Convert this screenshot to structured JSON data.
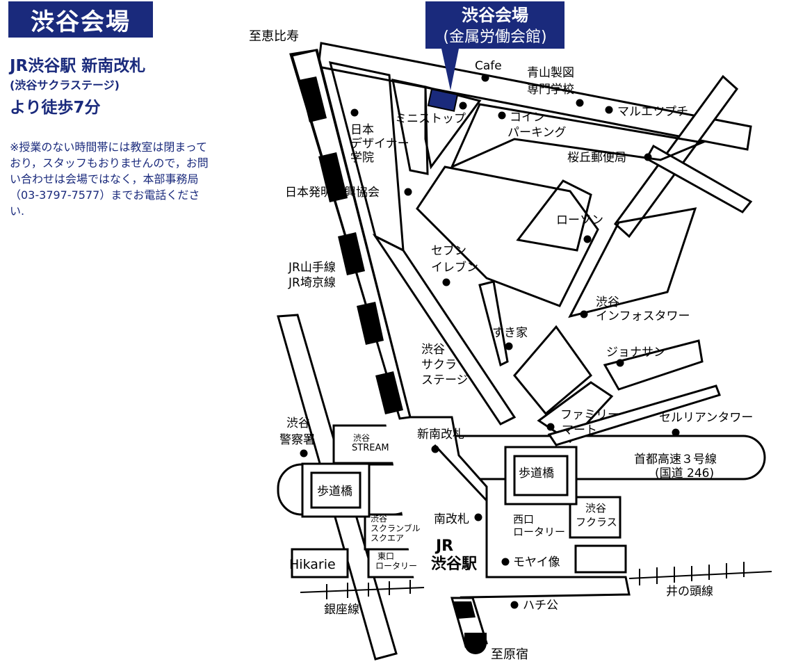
{
  "colors": {
    "brand": "#1a2a7c",
    "road_stroke": "#000000",
    "road_fill": "#ffffff",
    "venue_fill": "#1a2a7c"
  },
  "header": {
    "title": "渋谷会場"
  },
  "access": {
    "line1": "JR渋谷駅 新南改札",
    "line2": "(渋谷サクラステージ)",
    "line3": "より徒歩7分"
  },
  "notice": "※授業のない時間帯には教室は閉まっており，スタッフもおりませんので，お問い合わせは会場ではなく，本部事務局（03-3797-7577）までお電話ください.",
  "map": {
    "venue_label": {
      "line1": "渋谷会場",
      "line2": "(金属労働会館)"
    },
    "labels": {
      "ebisu": "至恵比寿",
      "harajuku": "至原宿",
      "cafe": "Cafe",
      "aoyama1": "青山製図",
      "aoyama2": "専門学校",
      "marui": "マルエツプチ",
      "ministop": "ミニストップ",
      "coin1": "コイン",
      "coin2": "パーキング",
      "nd1": "日本",
      "nd2": "デザイナー",
      "nd3": "学院",
      "post": "桜丘郵便局",
      "jiii": "日本発明振興協会",
      "lawson": "ローソン",
      "seven1": "セブン",
      "seven2": "イレブン",
      "yamanote1": "JR山手線",
      "yamanote2": "JR埼京線",
      "infos1": "渋谷",
      "infos2": "インフォスタワー",
      "sukiya": "すき家",
      "sakura1": "渋谷",
      "sakura2": "サクラ",
      "sakura3": "ステージ",
      "jonathan": "ジョナサン",
      "police1": "渋谷",
      "police2": "警察署",
      "stream1": "渋谷",
      "stream2": "STREAM",
      "shinminami": "新南改札",
      "family1": "ファミリー",
      "family2": "マート",
      "cerulean": "セルリアンタワー",
      "expressway1": "首都高速３号線",
      "expressway2": "(国道 246)",
      "hodo": "歩道橋",
      "scramble1": "渋谷",
      "scramble2": "スクランブル",
      "scramble3": "スクエア",
      "minami": "南改札",
      "nishiguchi1": "西口",
      "nishiguchi2": "ロータリー",
      "fukuras1": "渋谷",
      "fukuras2": "フクラス",
      "higashi1": "東口",
      "higashi2": "ロータリー",
      "hikarie": "Hikarie",
      "jr1": "JR",
      "jr2": "渋谷駅",
      "moyai": "モヤイ像",
      "hachiko": "ハチ公",
      "ginza": "銀座線",
      "inokashira": "井の頭線"
    }
  }
}
